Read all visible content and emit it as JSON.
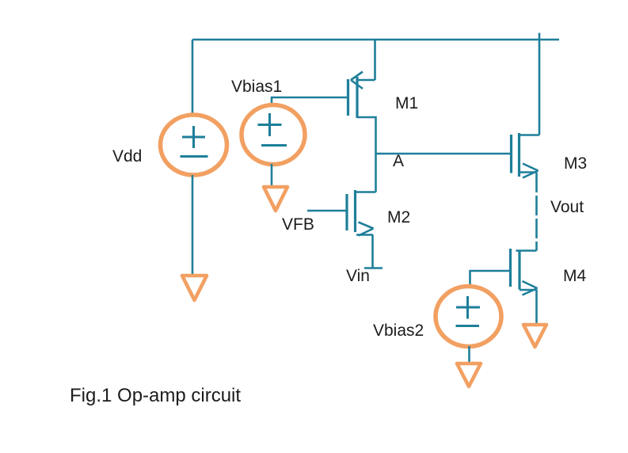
{
  "figure": {
    "type": "schematic",
    "caption": "Fig.1  Op-amp circuit"
  },
  "colors": {
    "wire": "#1E7F9A",
    "source_outline": "#F2A062",
    "text": "#1C1C1C",
    "background": "#FFFFFF"
  },
  "labels": {
    "vdd": "Vdd",
    "vbias1": "Vbias1",
    "vbias2": "Vbias2",
    "m1": "M1",
    "m2": "M2",
    "m3": "M3",
    "m4": "M4",
    "node_a": "A",
    "vfb": "VFB",
    "vin": "Vin",
    "vout": "Vout"
  },
  "components": [
    {
      "id": "Vdd",
      "kind": "voltage-source",
      "symbol": "circle-plus-minus",
      "connects": "supply rail to ground"
    },
    {
      "id": "Vbias1",
      "kind": "voltage-source",
      "symbol": "circle-plus-minus",
      "connects": "gate of M1 to ground"
    },
    {
      "id": "Vbias2",
      "kind": "voltage-source",
      "symbol": "circle-plus-minus",
      "connects": "gate of M4 to ground"
    },
    {
      "id": "M1",
      "kind": "mosfet",
      "drain": "supply rail",
      "source": "node A",
      "gate": "Vbias1"
    },
    {
      "id": "M2",
      "kind": "mosfet",
      "drain": "node A",
      "source": "Vin",
      "gate": "VFB"
    },
    {
      "id": "M3",
      "kind": "mosfet",
      "drain": "supply rail",
      "source": "Vout",
      "gate": "node A"
    },
    {
      "id": "M4",
      "kind": "mosfet",
      "drain": "Vout",
      "source": "ground",
      "gate": "Vbias2"
    },
    {
      "id": "grounds",
      "kind": "ground-symbol",
      "count": 4
    }
  ]
}
